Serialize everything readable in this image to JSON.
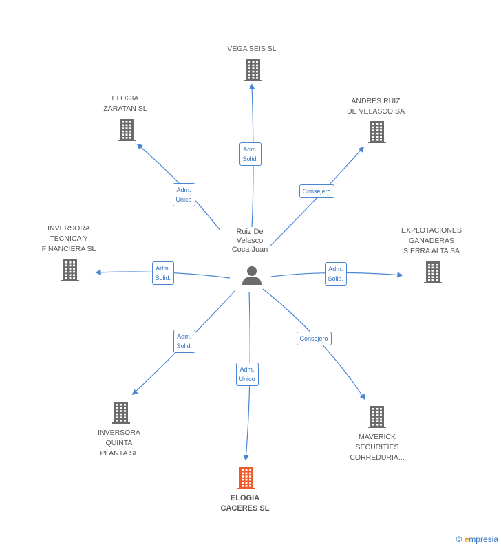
{
  "colors": {
    "edge": "#4a86d4",
    "building": "#6b6b6b",
    "highlight": "#f05a28",
    "person": "#6b6b6b"
  },
  "center": {
    "name": "Ruiz De\nVelasco\nCoca Juan",
    "icon": "person-icon"
  },
  "nodes": [
    {
      "id": "vega",
      "label": "VEGA SEIS  SL",
      "relation": "Adm.\nSolid.",
      "highlight": false
    },
    {
      "id": "zaratan",
      "label": "ELOGIA\nZARATAN SL",
      "relation": "Adm.\nUnico",
      "highlight": false
    },
    {
      "id": "andres",
      "label": "ANDRES RUIZ\nDE VELASCO SA",
      "relation": "Consejero",
      "highlight": false
    },
    {
      "id": "inversora_tf",
      "label": "INVERSORA\nTECNICA Y\nFINANCIERA  SL",
      "relation": "Adm.\nSolid.",
      "highlight": false
    },
    {
      "id": "explotaciones",
      "label": "EXPLOTACIONES\nGANADERAS\nSIERRA ALTA SA",
      "relation": "Adm.\nSolid.",
      "highlight": false
    },
    {
      "id": "inversora_qp",
      "label": "INVERSORA\nQUINTA\nPLANTA  SL",
      "relation": "Adm.\nSolid.",
      "highlight": false
    },
    {
      "id": "maverick",
      "label": "MAVERICK\nSECURITIES\nCORREDURIA...",
      "relation": "Consejero",
      "highlight": false
    },
    {
      "id": "caceres",
      "label": "ELOGIA\nCACERES SL",
      "relation": "Adm.\nUnico",
      "highlight": true
    }
  ],
  "footer": {
    "copyright": "©",
    "brand_initial": "e",
    "brand_rest": "mpresia"
  }
}
